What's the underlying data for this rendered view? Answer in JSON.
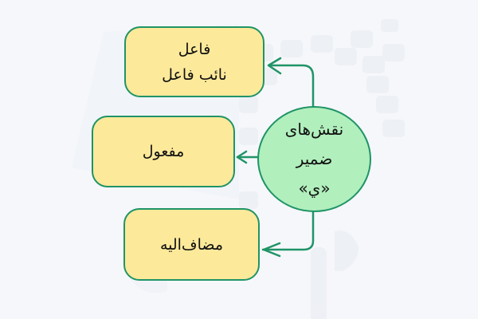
{
  "diagram": {
    "center": {
      "lines": [
        "نقش‌های",
        "ضمیر",
        "«ي»"
      ]
    },
    "nodes": [
      {
        "id": "subject",
        "lines": [
          "فاعل",
          "نائب فاعل"
        ]
      },
      {
        "id": "object",
        "lines": [
          "مفعول"
        ]
      },
      {
        "id": "possessive",
        "lines": [
          "مضاف‌الیه"
        ]
      }
    ],
    "edges": [
      {
        "from": "center",
        "to": "subject"
      },
      {
        "from": "center",
        "to": "object"
      },
      {
        "from": "center",
        "to": "possessive"
      }
    ],
    "colors": {
      "background": "#f6f7fa",
      "box_fill": "#fde99a",
      "circle_fill": "#b1efbd",
      "stroke": "#1f9467"
    }
  }
}
